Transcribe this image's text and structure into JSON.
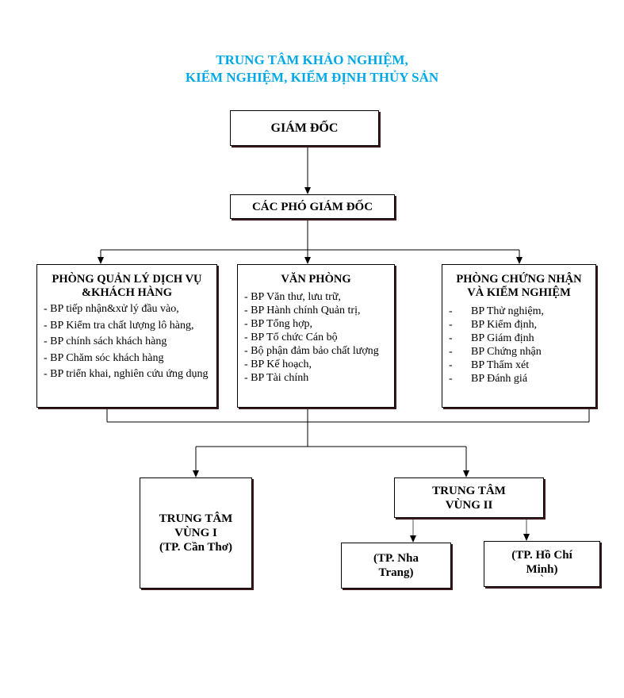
{
  "title": {
    "line1": "TRUNG TÂM KHẢO NGHIỆM,",
    "line2": "KIỂM NGHIỆM, KIỂM ĐỊNH THỦY SẢN"
  },
  "director": "GIÁM ĐỐC",
  "deputy": "CÁC PHÓ GIÁM ĐỐC",
  "departments": [
    {
      "title1": "PHÒNG QUẢN LÝ DỊCH VỤ",
      "title2": "&KHÁCH HÀNG",
      "items": [
        "- BP tiếp nhận&xử lý đầu vào,",
        "- BP Kiểm tra chất lượng lô hàng,",
        "- BP chính sách khách hàng",
        "- BP Chăm sóc khách hàng",
        "- BP triển khai, nghiên cứu ứng dụng"
      ]
    },
    {
      "title1": "VĂN PHÒNG",
      "items": [
        "- BP Văn thư, lưu trữ,",
        "- BP Hành chính Quản trị,",
        "- BP Tổng hợp,",
        "- BP Tổ chức Cán bộ",
        "- Bộ phận đảm bảo chất lượng",
        "- BP Kế hoạch,",
        "- BP Tài chính"
      ]
    },
    {
      "title1": "PHÒNG CHỨNG NHẬN",
      "title2": "VÀ KIỂM NGHIỆM",
      "items": [
        "BP Thử nghiệm,",
        "BP Kiểm định,",
        "BP Giám định",
        "BP Chứng nhận",
        "BP Thẩm xét",
        "BP Đánh giá"
      ]
    }
  ],
  "region1": {
    "line1": "TRUNG TÂM",
    "line2": "VÙNG I",
    "line3": "(TP. Cần Thơ)"
  },
  "region2": {
    "line1": "TRUNG TÂM",
    "line2": "VÙNG II"
  },
  "nhatrang": {
    "line1": "(TP. Nha",
    "line2": "Trang)"
  },
  "hcm": {
    "line1": "(TP. Hồ Chí",
    "line2": "Minh)",
    "mark": "`"
  }
}
